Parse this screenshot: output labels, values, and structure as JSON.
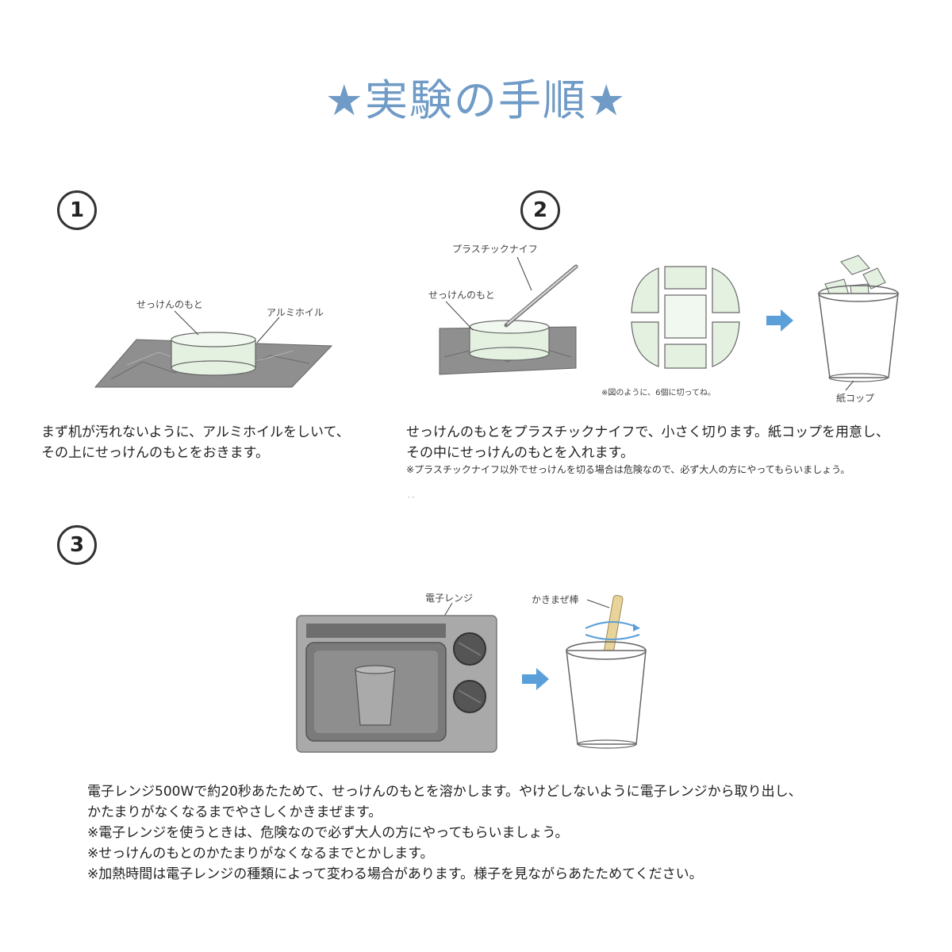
{
  "title": "★実験の手順★",
  "steps": [
    {
      "number": "1",
      "labels": {
        "soap_base": "せっけんのもと",
        "foil": "アルミホイル"
      },
      "text_lines": [
        "まず机が汚れないように、アルミホイルをしいて、",
        "その上にせっけんのもとをおきます。"
      ]
    },
    {
      "number": "2",
      "labels": {
        "knife": "プラスチックナイフ",
        "soap_base": "せっけんのもと",
        "cut_note": "※図のように、6個に切ってね。",
        "paper_cup": "紙コップ"
      },
      "text_lines": [
        "せっけんのもとをプラスチックナイフで、小さく切ります。紙コップを用意し、",
        "その中にせっけんのもとを入れます。"
      ],
      "note": "※プラスチックナイフ以外でせっけんを切る場合は危険なので、必ず大人の方にやってもらいましょう。",
      "mark": "- -"
    },
    {
      "number": "3",
      "labels": {
        "microwave": "電子レンジ",
        "stir_stick": "かきまぜ棒"
      },
      "text_lines": [
        "電子レンジ500Wで約20秒あたためて、せっけんのもとを溶かします。やけどしないように電子レンジから取り出し、",
        "かたまりがなくなるまでやさしくかきまぜます。",
        "※電子レンジを使うときは、危険なので必ず大人の方にやってもらいましょう。",
        "※せっけんのもとのかたまりがなくなるまでとかします。",
        "※加熱時間は電子レンジの種類によって変わる場合があります。様子を見ながらあたためてください。"
      ]
    }
  ],
  "colors": {
    "title": "#6f9bc6",
    "arrow": "#5a9fd8",
    "soap": "#e4f1e1",
    "foil": "#8f8f8f"
  }
}
